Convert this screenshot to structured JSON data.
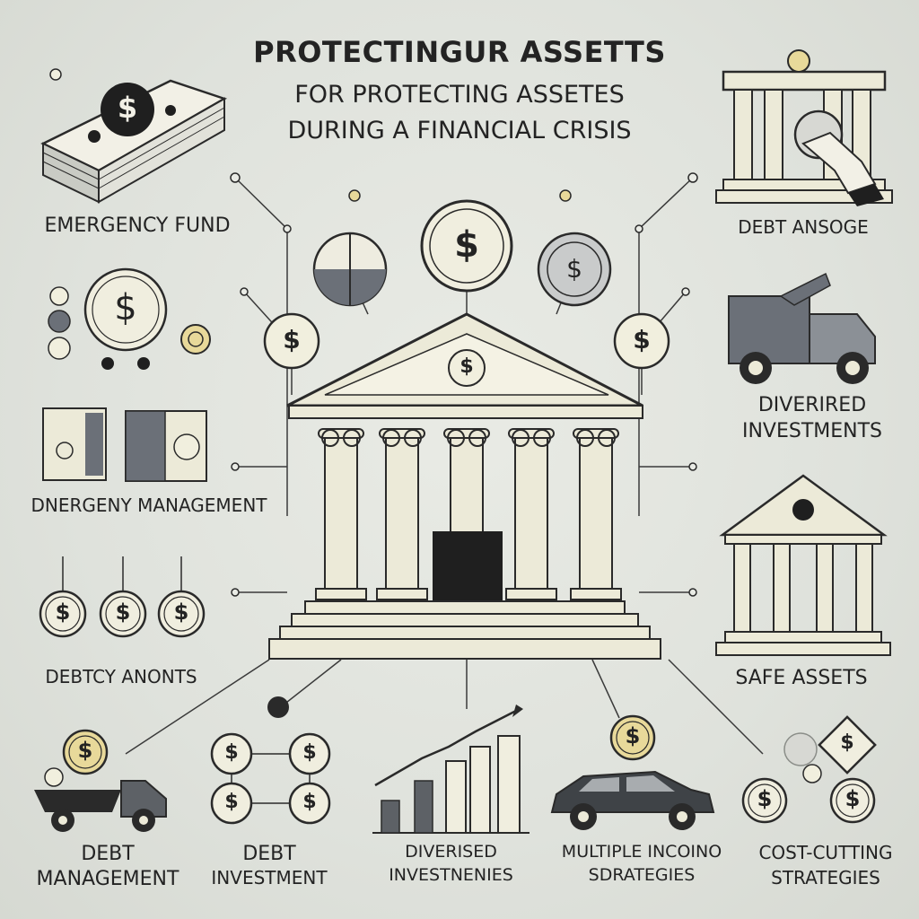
{
  "title": "PROTECTINGUR ASSETTS",
  "subtitle_line1": "FOR PROTECTING ASSETES",
  "subtitle_line2": "DURING A FINANCIAL CRISIS",
  "currency_symbol": "$",
  "labels": {
    "emergency_fund": "EMERGENCY FUND",
    "debt_ansoge": "DEBT ANSOGE",
    "dnergency_management": "DNERGENY MANAGEMENT",
    "diverified_investments_line1": "DIVERIRED",
    "diverified_investments_line2": "INVESTMENTS",
    "debtcy_anonts": "DEBTCY ANONTS",
    "safe_assets": "SAFE ASSETS",
    "debt_management_line1": "DEBT",
    "debt_management_line2": "MANAGEMENT",
    "debt_investment_line1": "DEBT",
    "debt_investment_line2": "INVESTMENT",
    "diverised_investnenies_line1": "DIVERISED",
    "diverised_investnenies_line2": "INVESTNENIES",
    "multiple_incoino_line1": "MULTIPLE INCOINO",
    "multiple_incoino_line2": "SDRATEGIES",
    "cost_cutting_line1": "COST-CUTTING",
    "cost_cutting_line2": "STRATEGIES"
  },
  "colors": {
    "background": "#dfe2dc",
    "ink": "#232323",
    "column": "#ecead8",
    "gold_coin": "#e8d99a",
    "dark_gray": "#5d6166",
    "door": "#1f1f1f"
  }
}
